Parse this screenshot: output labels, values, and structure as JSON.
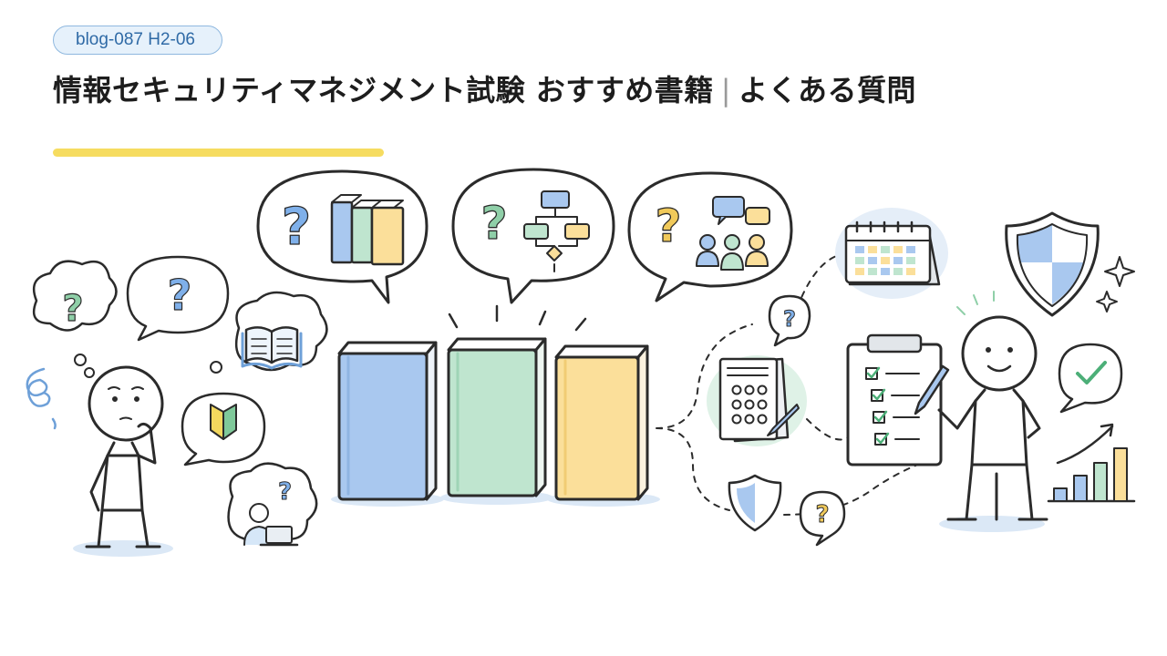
{
  "tag": {
    "label": "blog-087 H2-06"
  },
  "heading": {
    "main": "情報セキュリティマネジメント試験 おすすめ書籍",
    "separator": "|",
    "sub": "よくある質問"
  },
  "colors": {
    "accent_yellow": "#f6dc60",
    "blue": "#a9c8ef",
    "green": "#bfe5cf",
    "yellow": "#fbdf9a",
    "stroke": "#2b2b2b"
  },
  "illustration": {
    "icons": [
      "question-mark-icon",
      "book-icon",
      "open-book-icon",
      "beginner-mark-icon",
      "flowchart-icon",
      "people-icon",
      "calendar-icon",
      "exam-sheet-icon",
      "checklist-icon",
      "shield-icon",
      "check-icon",
      "bar-chart-icon",
      "sparkle-icon"
    ],
    "questions": {
      "glyph": "?"
    }
  }
}
